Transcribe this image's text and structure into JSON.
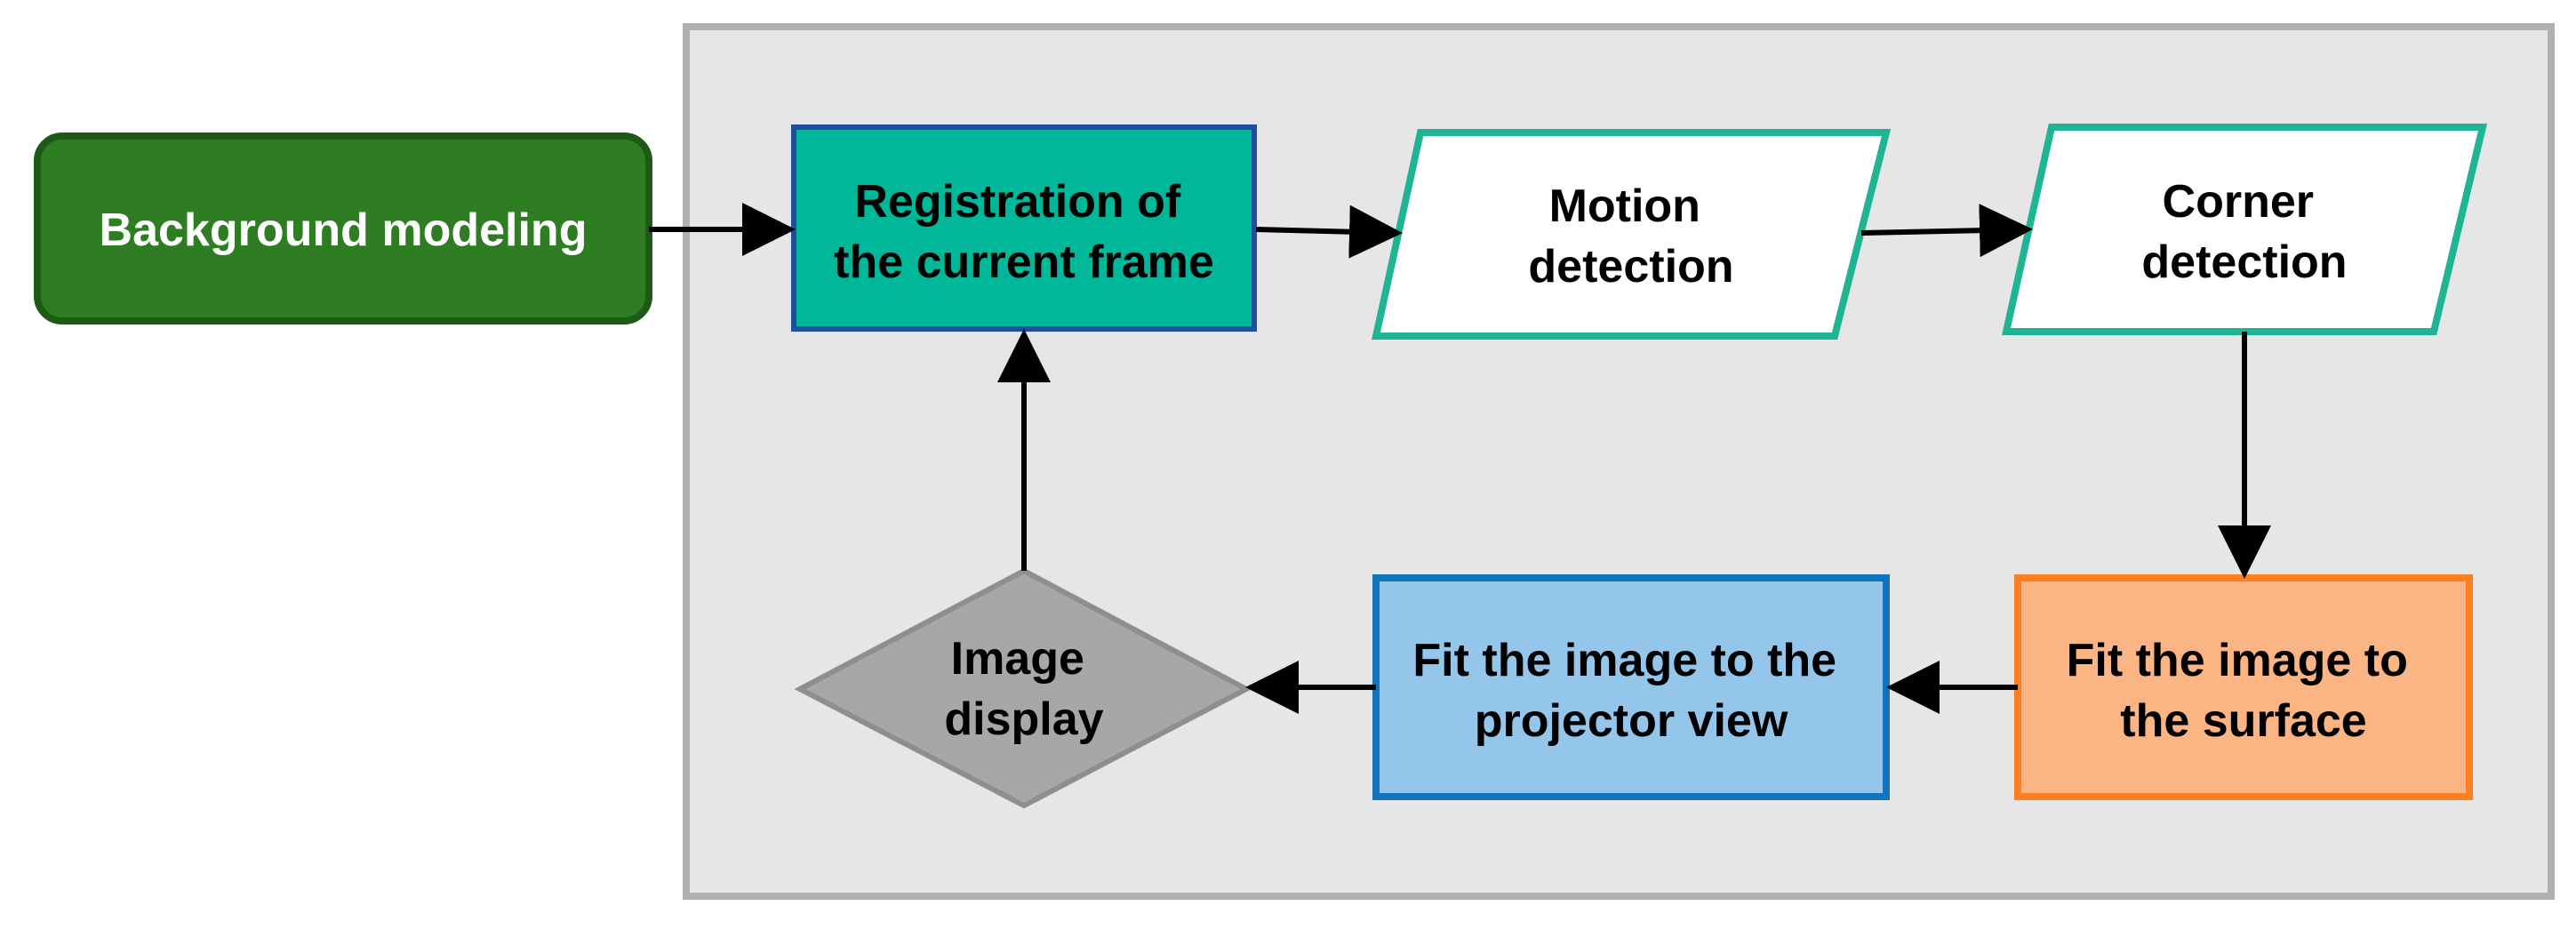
{
  "colors": {
    "container_fill": "#e6e6e6",
    "container_border": "#b0b0b0",
    "bg_modeling_fill": "#2e7d22",
    "bg_modeling_border": "#1d5a15",
    "registration_fill": "#00b899",
    "registration_border": "#1f4e9e",
    "detection_fill": "#ffffff",
    "detection_border": "#1fb594",
    "fit_surface_fill": "#fbb584",
    "fit_surface_border": "#fd7f22",
    "fit_projector_fill": "#94c6ec",
    "fit_projector_border": "#1274bd",
    "image_display_fill": "#a7a7a7",
    "image_display_border": "#8e8e8e",
    "arrow": "#000000",
    "text_dark": "#000000",
    "text_light": "#ffffff"
  },
  "nodes": {
    "background_modeling": {
      "lines": [
        "Background modeling"
      ]
    },
    "registration": {
      "lines": [
        "Registration of",
        "the current frame"
      ]
    },
    "motion_detection": {
      "lines": [
        "Motion",
        "detection"
      ]
    },
    "corner_detection": {
      "lines": [
        "Corner",
        "detection"
      ]
    },
    "fit_surface": {
      "lines": [
        "Fit the image to",
        "the surface"
      ]
    },
    "fit_projector": {
      "lines": [
        "Fit the image to the",
        "projector view"
      ]
    },
    "image_display": {
      "lines": [
        "Image",
        "display"
      ]
    }
  }
}
